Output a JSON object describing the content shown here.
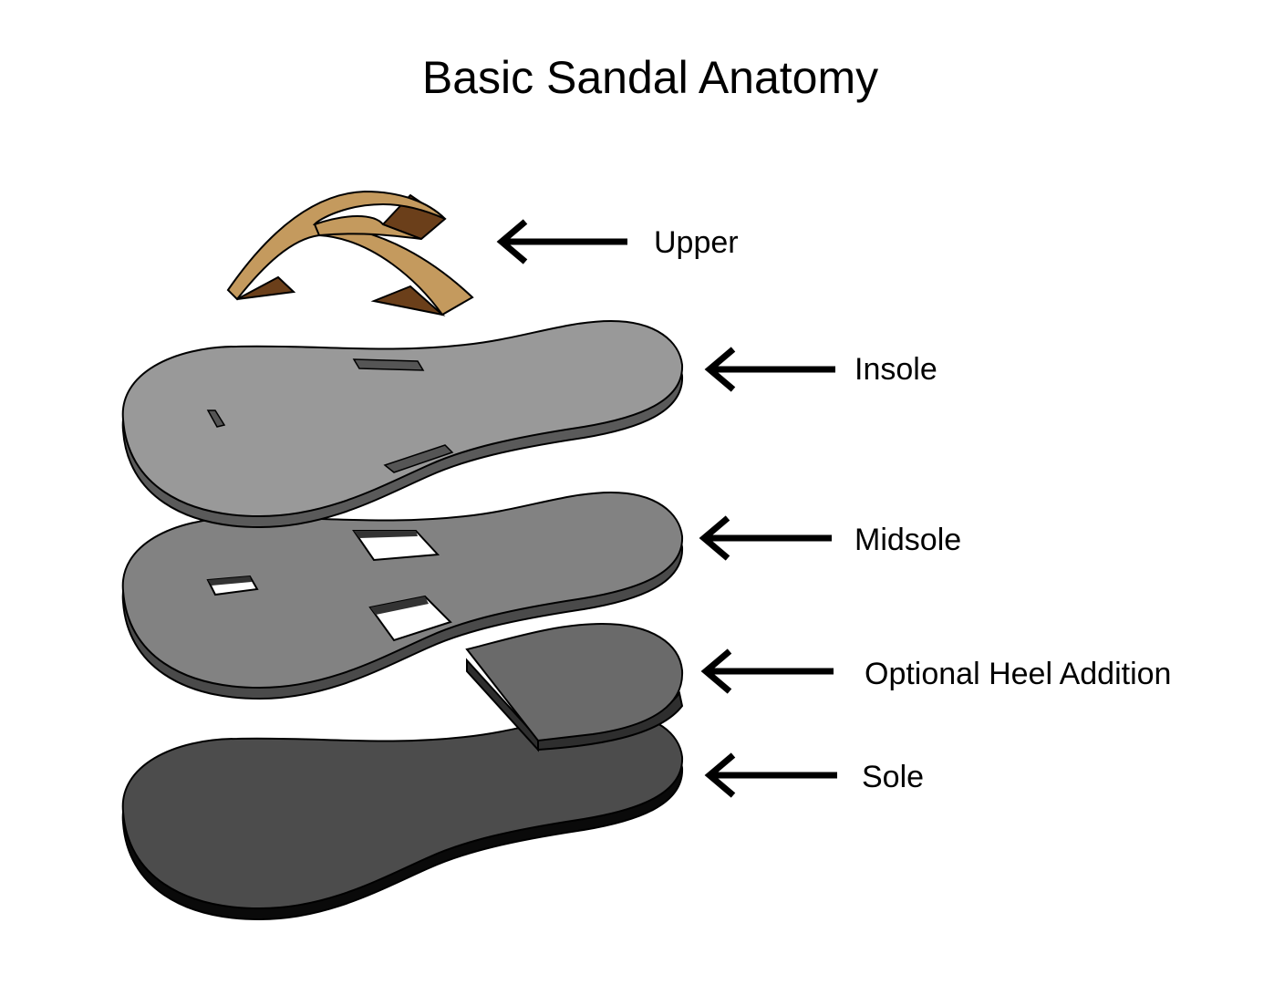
{
  "title": "Basic Sandal Anatomy",
  "labels": {
    "upper": "Upper",
    "insole": "Insole",
    "midsole": "Midsole",
    "heel": "Optional Heel Addition",
    "sole": "Sole"
  },
  "colors": {
    "upper_top": "#C49A5E",
    "upper_side": "#6B3F1A",
    "insole_top": "#999999",
    "insole_side": "#5A5A5A",
    "midsole_top": "#828282",
    "midsole_side": "#4A4A4A",
    "heel_top": "#6A6A6A",
    "heel_side": "#2E2E2E",
    "sole_top": "#4C4C4C",
    "sole_side": "#0A0A0A",
    "arrow": "#000000"
  }
}
